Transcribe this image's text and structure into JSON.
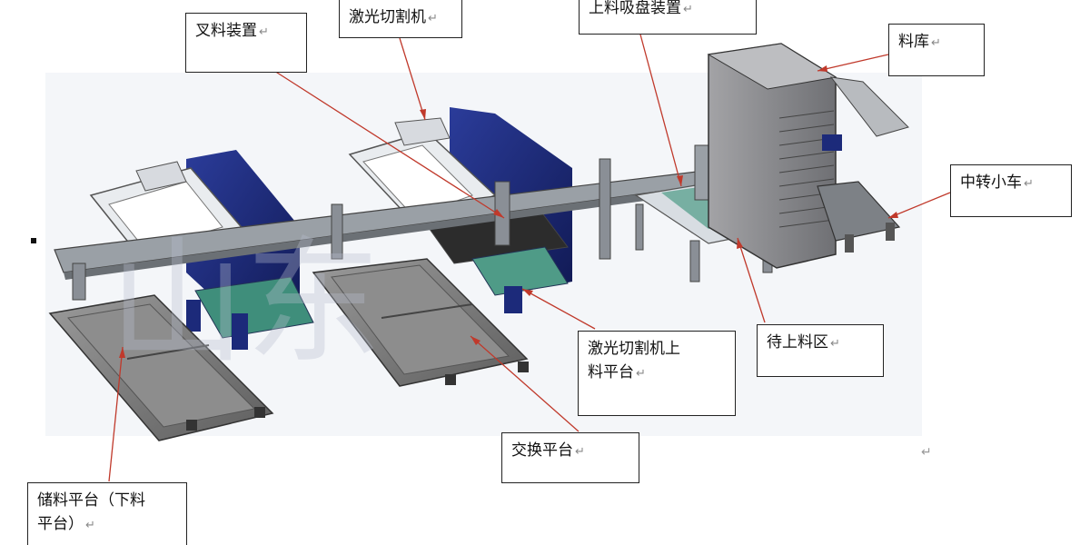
{
  "diagram": {
    "return_mark": "↵",
    "labels": {
      "fork": "叉料装置",
      "laser": "激光切割机",
      "suction": "上料吸盘装置",
      "warehouse": "料库",
      "cart": "中转小车",
      "waiting": "待上料区",
      "laser_loading": "激光切割机上\n料平台",
      "exchange": "交换平台",
      "storage": "储料平台（下料\n平台）"
    },
    "colors": {
      "machine_blue": "#1c2a7a",
      "frame_grey": "#8a8f96",
      "platform_grey": "#7c7c7c",
      "glass_green": "#4f9b87",
      "pointer_red": "#c0392b",
      "warehouse_grey": "#8e8e90"
    }
  }
}
